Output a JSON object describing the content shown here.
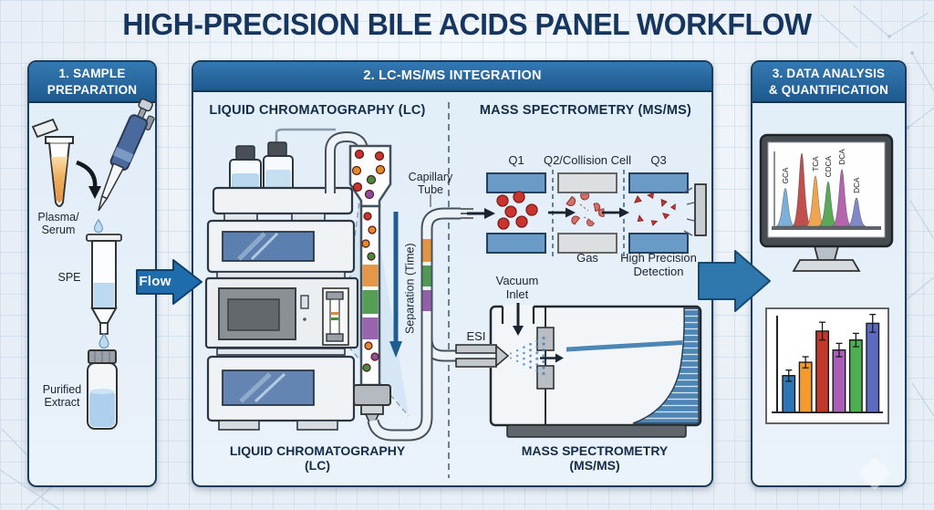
{
  "title": "HIGH-PRECISION BILE ACIDS PANEL WORKFLOW",
  "panel1": {
    "header": "1. SAMPLE\nPREPARATION",
    "plasma_label": "Plasma/\nSerum",
    "spe_label": "SPE",
    "purified_label": "Purified\nExtract"
  },
  "flow_arrow_label": "Flow",
  "panel2": {
    "header": "2. LC-MS/MS INTEGRATION",
    "lc_title": "LIQUID CHROMATOGRAPHY (LC)",
    "ms_title": "MASS SPECTROMETRY (MS/MS)",
    "capillary_label": "Capillary\nTube",
    "separation_label": "Separation (Time)",
    "q1_label": "Q1",
    "q2_label": "Q2/Collision Cell",
    "q3_label": "Q3",
    "gas_label": "Gas",
    "high_precision_label": "High Precision\nDetection",
    "vacuum_label": "Vacuum\nInlet",
    "esi_label": "ESI",
    "lc_caption": "LIQUID CHROMATOGRAPHY\n(LC)",
    "ms_caption": "MASS SPECTROMETRY\n(MS/MS)"
  },
  "panel3": {
    "header": "3. DATA ANALYSIS\n& QUANTIFICATION"
  },
  "colors": {
    "header_blue": "#1d5a90",
    "arrow_blue": "#1e6cab",
    "title_navy": "#17365f",
    "quad_bar_blue": "#6a9ac6",
    "ion_red": "#c9342e"
  },
  "chart_data": [
    {
      "type": "line",
      "subtype": "chromatogram",
      "location": "monitor-screen",
      "title": "",
      "xlabel": "",
      "ylabel": "",
      "legend": false,
      "peaks": [
        {
          "label": "GCA",
          "color": "#7bb0d8",
          "rel_height": 0.52
        },
        {
          "label": "",
          "color": "#c0504d",
          "rel_height": 1.0
        },
        {
          "label": "TCA",
          "color": "#eda54f",
          "rel_height": 0.69
        },
        {
          "label": "CDCA",
          "color": "#5aa85a",
          "rel_height": 0.61
        },
        {
          "label": "DCA",
          "color": "#b565ae",
          "rel_height": 0.78
        },
        {
          "label": "DCA",
          "color": "#8089c8",
          "rel_height": 0.39
        }
      ]
    },
    {
      "type": "bar",
      "location": "quantification-chart",
      "title": "",
      "categories": [
        "",
        "",
        "",
        "",
        "",
        ""
      ],
      "values": [
        0.33,
        0.45,
        0.73,
        0.56,
        0.65,
        0.8
      ],
      "errors": [
        0.05,
        0.05,
        0.08,
        0.06,
        0.06,
        0.08
      ],
      "colors": [
        "#2e75b6",
        "#f59b2d",
        "#c0392b",
        "#a95fb5",
        "#4caf50",
        "#5c6bc0"
      ],
      "ylim": [
        0,
        1
      ],
      "grid": false
    }
  ]
}
